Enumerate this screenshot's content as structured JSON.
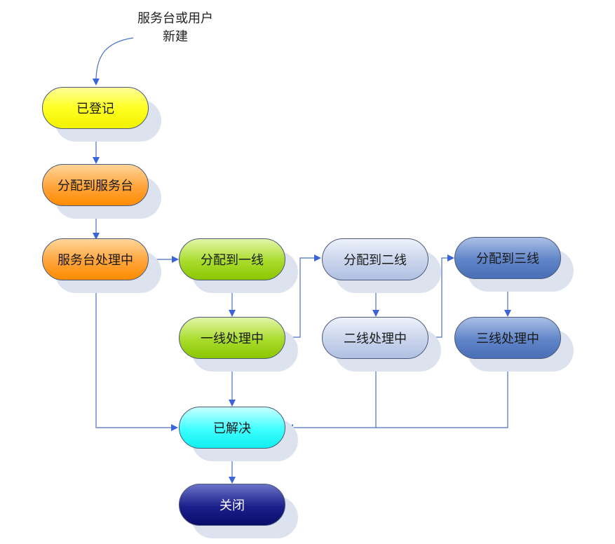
{
  "start": {
    "line1": "服务台或用户",
    "line2": "新建"
  },
  "nodes": {
    "registered": {
      "label": "已登记"
    },
    "assigned_desk": {
      "label": "分配到服务台"
    },
    "desk_processing": {
      "label": "服务台处理中"
    },
    "assigned_l1": {
      "label": "分配到一线"
    },
    "l1_processing": {
      "label": "一线处理中"
    },
    "assigned_l2": {
      "label": "分配到二线"
    },
    "l2_processing": {
      "label": "二线处理中"
    },
    "assigned_l3": {
      "label": "分配到三线"
    },
    "l3_processing": {
      "label": "三线处理中"
    },
    "resolved": {
      "label": "已解决"
    },
    "closed": {
      "label": "关闭"
    }
  },
  "colors": {
    "connector": "#4a70c8",
    "arrow": "#3a64d8",
    "shadow": "#dde3ee"
  }
}
